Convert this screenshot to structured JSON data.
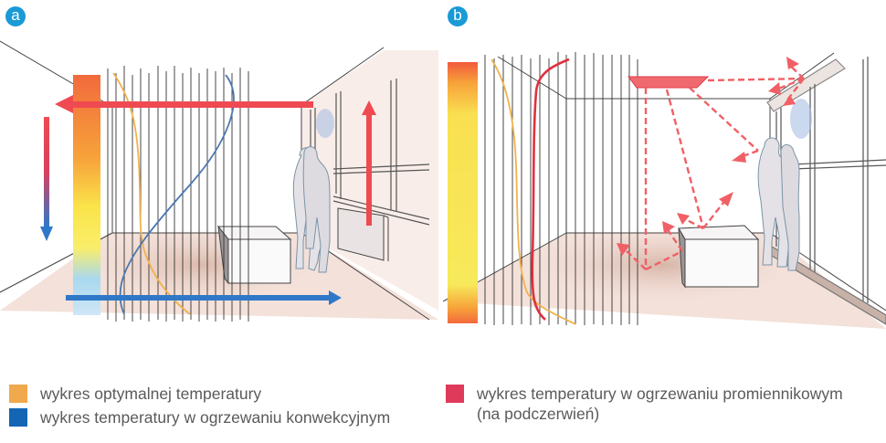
{
  "panels": [
    {
      "id": "a",
      "label": "a",
      "description": "Convective heating: hot air rises to ceiling, flows along ceiling, cold air at floor"
    },
    {
      "id": "b",
      "label": "b",
      "description": "Infrared radiant heating: ceiling panel radiates to objects and people"
    }
  ],
  "legend": {
    "items": [
      {
        "label": "wykres optymalnej temperatury",
        "color": "#f0a94c"
      },
      {
        "label": "wykres temperatury w ogrzewaniu konwekcyjnym",
        "color": "#1565b5"
      },
      {
        "label": "wykres temperatury w ogrzewaniu promiennikowym",
        "label2": "(na podczerwień)",
        "color": "#e03a5a"
      }
    ]
  },
  "colors": {
    "badge": "#1a9ad6",
    "arrow_red": "#ef4a52",
    "arrow_blue": "#2f78c8",
    "optimal_curve": "#f0b24c",
    "convective_curve": "#4a78b0",
    "radiant_curve": "#e0303e"
  }
}
